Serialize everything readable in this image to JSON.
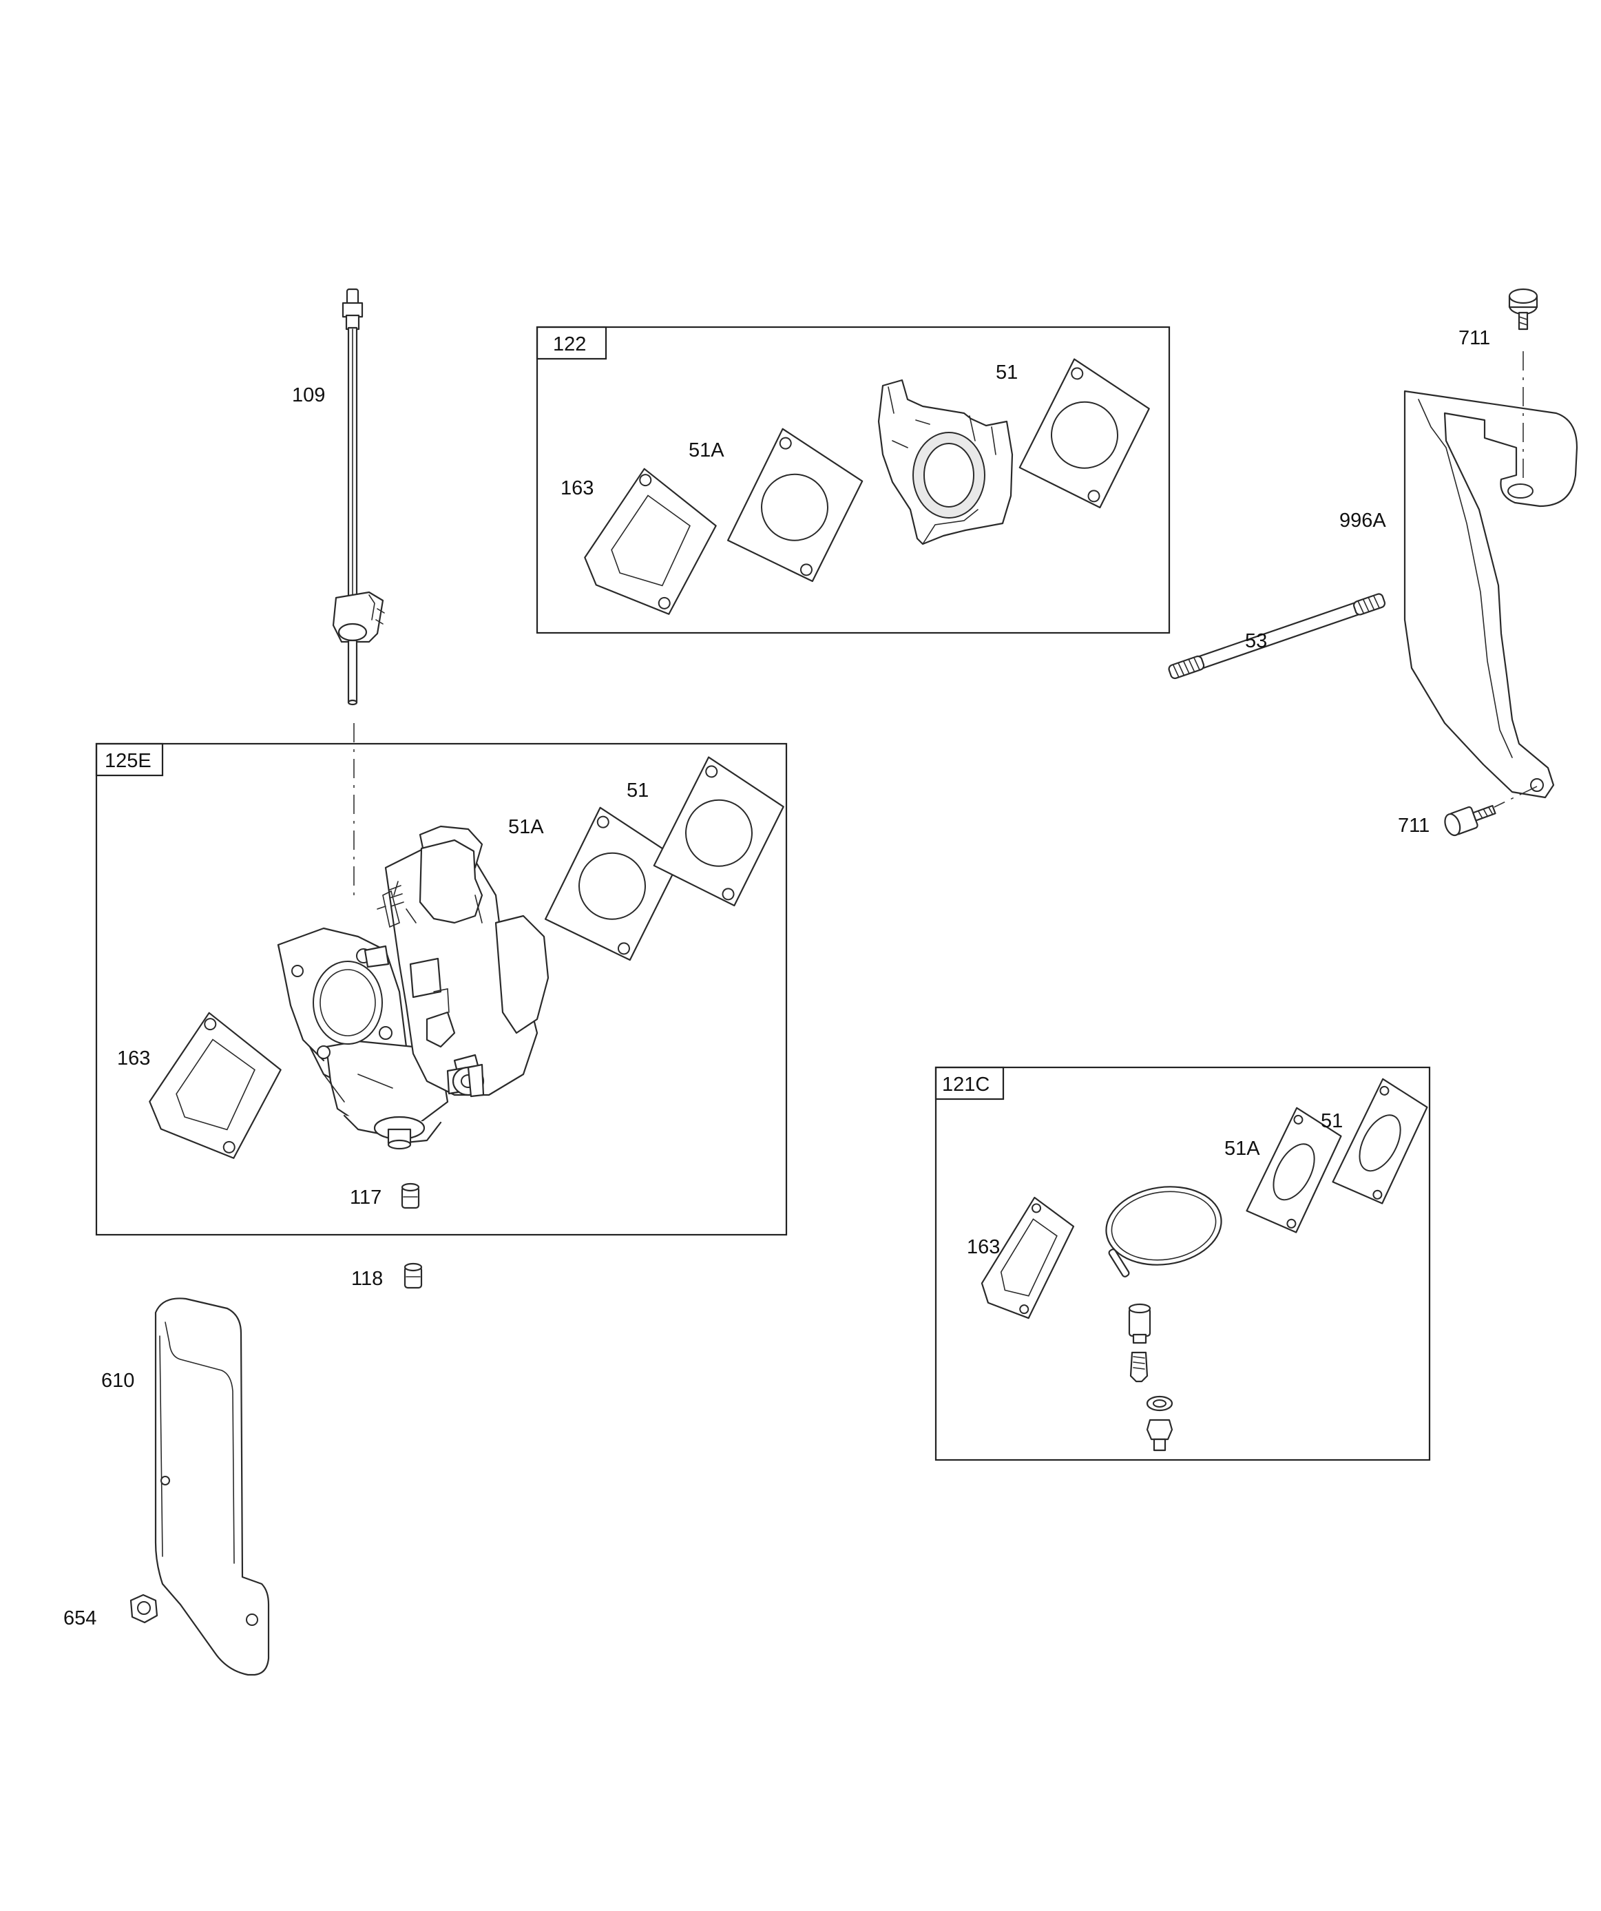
{
  "kits": {
    "k122": "122",
    "k125E": "125E",
    "k121C": "121C"
  },
  "labels": {
    "p109": "109",
    "p163_122": "163",
    "p51A_122": "51A",
    "p51_122": "51",
    "p711_top": "711",
    "p996A": "996A",
    "p53": "53",
    "p711_bottom": "711",
    "p51A_125E": "51A",
    "p51_125E": "51",
    "p163_125E": "163",
    "p117": "117",
    "p118": "118",
    "p610": "610",
    "p654": "654",
    "p51A_121C": "51A",
    "p51_121C": "51",
    "p163_121C": "163"
  }
}
